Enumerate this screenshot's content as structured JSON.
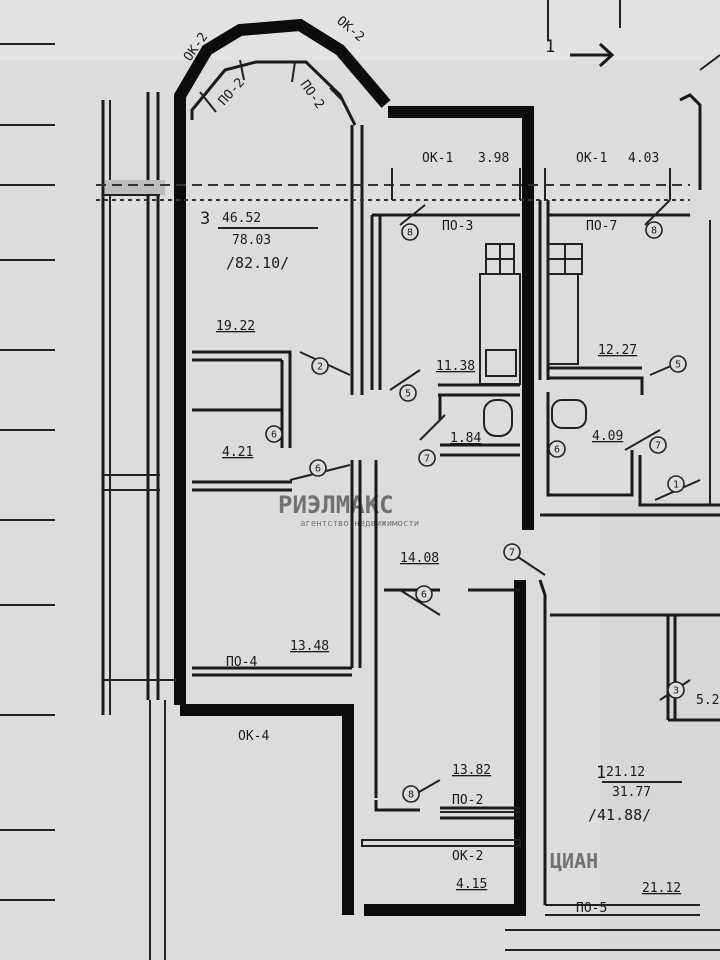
{
  "section_marker": "1",
  "windows": {
    "bay_left": "ОК-2",
    "bay_right": "ОК-2",
    "bay_inner_left": "ПО-2",
    "bay_inner_right": "ПО-2",
    "kitchen_top": "ОК-1",
    "kitchen_top_width": "3.98",
    "kitchen_vent": "ПО-3",
    "right_top": "ОК-1",
    "right_top_width": "4.03",
    "right_vent": "ПО-7",
    "bedroom_bottom": "ПО-4",
    "loggia_left": "ОК-4",
    "loggia_vent": "ПО-2",
    "loggia_window": "ОК-2",
    "loggia_width": "4.15",
    "bottom_right": "ПО-5"
  },
  "apartment_3": {
    "rooms": "3",
    "living": "46.52",
    "total": "78.03",
    "total_with_loggia": "/82.10/",
    "areas": {
      "big_room": "19.22",
      "closet": "4.21",
      "bedroom": "13.48",
      "kitchen": "11.38",
      "bath": "1.84",
      "hall": "14.08",
      "loggia": "13.82"
    }
  },
  "apartment_1": {
    "rooms": "1",
    "living": "21.12",
    "total": "31.77",
    "total_with_loggia": "/41.88/",
    "areas": {
      "kitchen": "12.27",
      "bath": "4.09",
      "room_partial": "5.2",
      "room_bottom": "21.12"
    }
  },
  "door_marks": [
    "8",
    "8",
    "2",
    "5",
    "6",
    "6",
    "7",
    "6",
    "7",
    "7",
    "8",
    "5",
    "6",
    "1",
    "3"
  ],
  "watermark": {
    "brand": "РИЭЛМАКС",
    "tagline": "агентство недвижимости",
    "logo_text": "ЦИАН"
  }
}
